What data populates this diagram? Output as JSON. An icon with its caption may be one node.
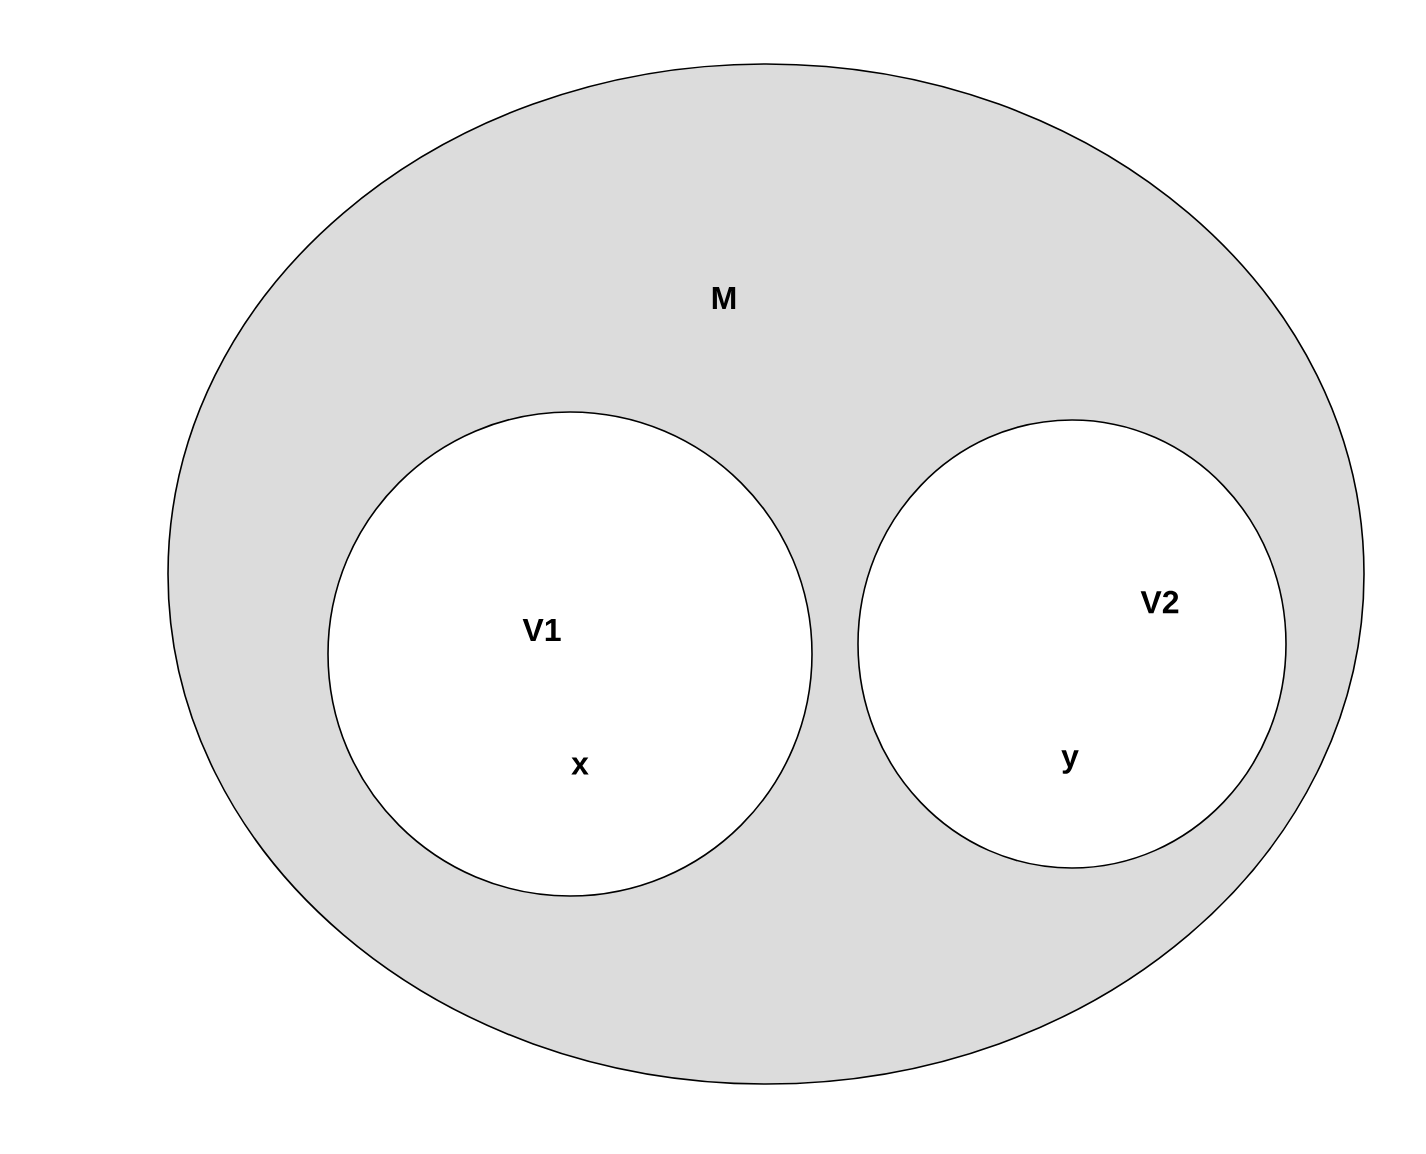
{
  "diagram": {
    "nodes": [
      {
        "text": [
          "M"
        ]
      },
      {
        "text": [
          "V1",
          "x"
        ],
        "in": 0
      },
      {
        "text": [
          "V2",
          "y"
        ],
        "in": 0
      }
    ]
  }
}
